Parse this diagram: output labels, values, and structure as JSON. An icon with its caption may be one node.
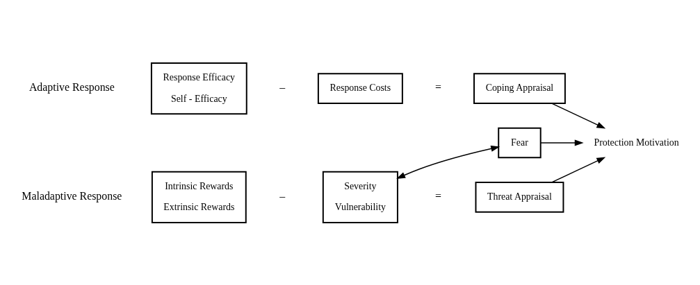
{
  "diagram": {
    "nodes": [
      {
        "text": [
          "Intrinsic Rewards",
          "Extrinsic Rewards"
        ]
      },
      {
        "text": [
          "Severity",
          "Vulnerability"
        ]
      },
      {
        "text": [
          "Threat Appraisal"
        ]
      },
      {
        "text": [
          "Fear"
        ]
      },
      {
        "text": [
          "Protection Motivation"
        ]
      },
      {
        "text": [
          "Response Efficacy",
          "Self - Efficacy"
        ]
      },
      {
        "text": [
          "Response Costs"
        ]
      },
      {
        "text": [
          "Coping Appraisal"
        ]
      }
    ],
    "edges": [
      {
        "from": 1,
        "to": 3,
        "arrow": "both"
      },
      {
        "from": 2,
        "to": 4,
        "arrow": "to"
      },
      {
        "from": 3,
        "to": 4,
        "arrow": "to"
      },
      {
        "from": 7,
        "to": 4,
        "arrow": "to"
      }
    ],
    "labels": [
      "Maladaptive Response",
      "–",
      "=",
      "Adaptive Response",
      "–",
      "="
    ]
  }
}
